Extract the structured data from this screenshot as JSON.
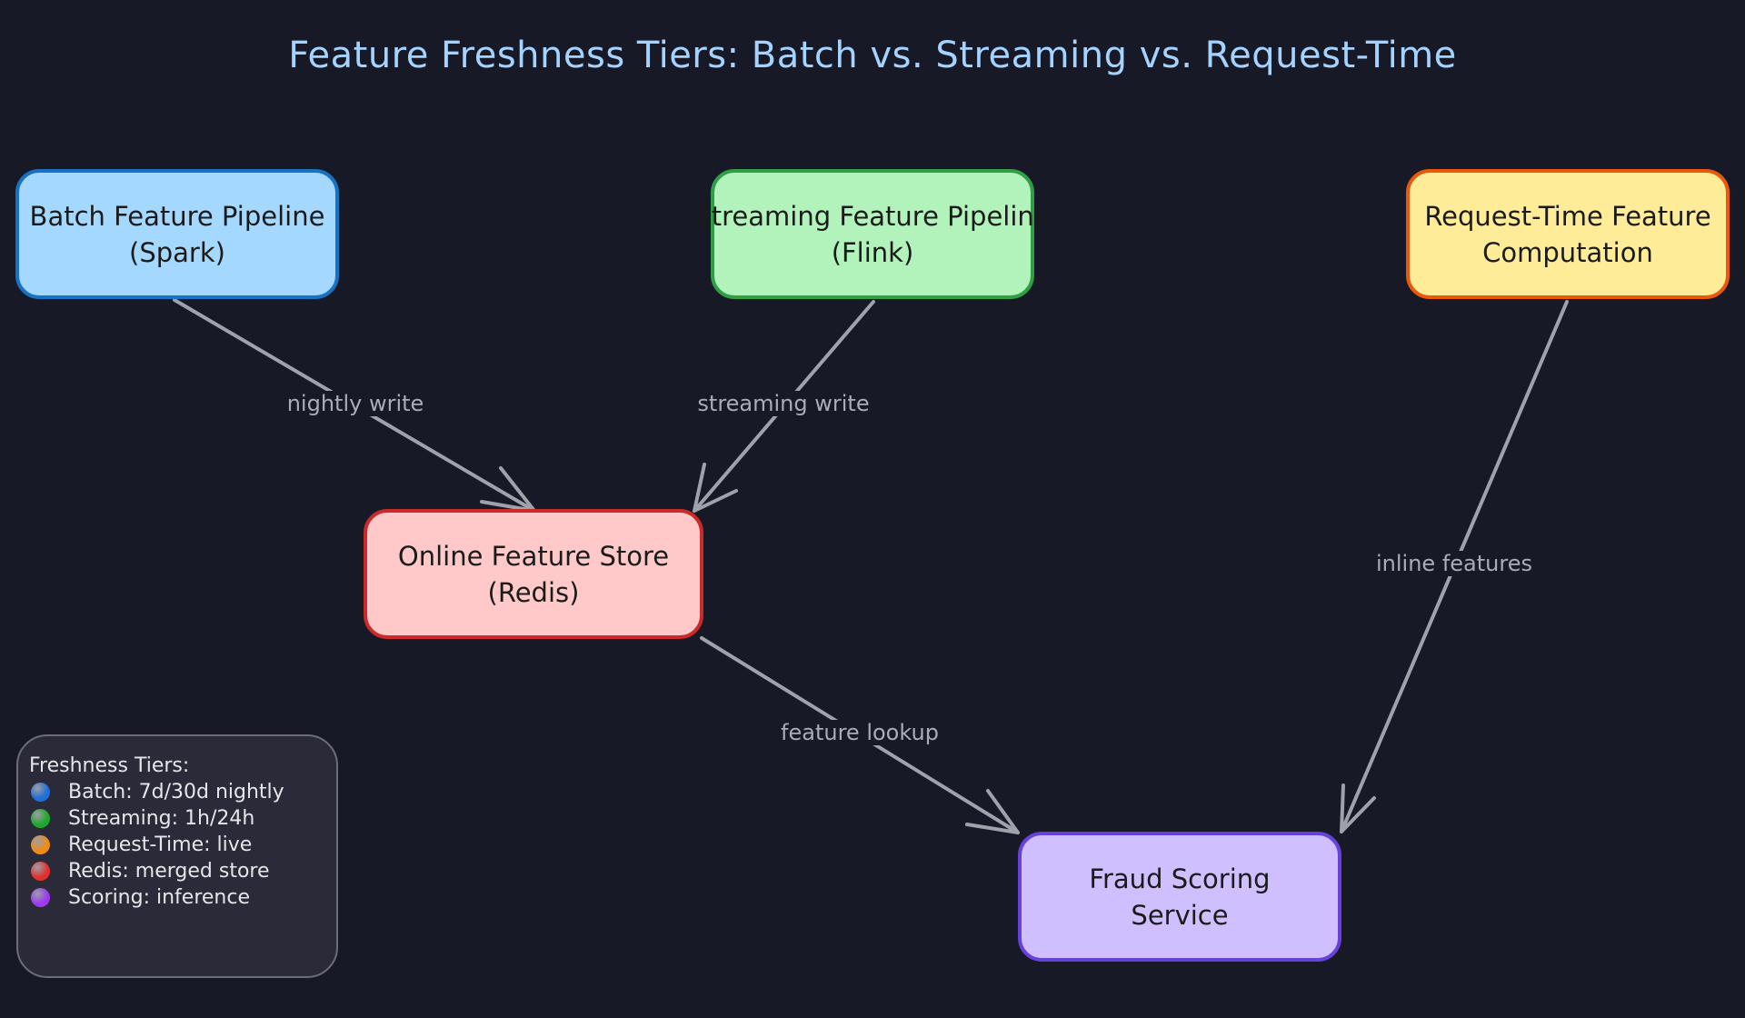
{
  "title": "Feature Freshness Tiers: Batch vs. Streaming vs. Request-Time",
  "nodes": {
    "batch": {
      "line1": "Batch Feature Pipeline",
      "line2": "(Spark)",
      "fill": "#a5d8ff",
      "stroke": "#1971c2"
    },
    "streaming": {
      "line1": "Streaming Feature Pipeline",
      "line2": "(Flink)",
      "fill": "#b2f2bb",
      "stroke": "#2f9e44"
    },
    "request_time": {
      "line1": "Request-Time Feature",
      "line2": "Computation",
      "fill": "#ffec99",
      "stroke": "#e8590c"
    },
    "online_store": {
      "line1": "Online Feature Store",
      "line2": "(Redis)",
      "fill": "#ffc9c9",
      "stroke": "#c92a2a"
    },
    "fraud_scoring": {
      "line1": "Fraud Scoring",
      "line2": "Service",
      "fill": "#d0bfff",
      "stroke": "#6741d9"
    }
  },
  "edges": {
    "batch_to_store": "nightly write",
    "streaming_to_store": "streaming write",
    "request_to_scoring": "inline features",
    "store_to_scoring": "feature lookup"
  },
  "edge_color": "#9ea2aa",
  "legend": {
    "title": "Freshness Tiers:",
    "items": [
      {
        "label": "Batch: 7d/30d nightly",
        "color": "#1f6fd6"
      },
      {
        "label": "Streaming: 1h/24h",
        "color": "#1fa82e"
      },
      {
        "label": "Request-Time: live",
        "color": "#f08c16"
      },
      {
        "label": "Redis: merged store",
        "color": "#e03131"
      },
      {
        "label": "Scoring: inference",
        "color": "#9d39f2"
      }
    ]
  }
}
